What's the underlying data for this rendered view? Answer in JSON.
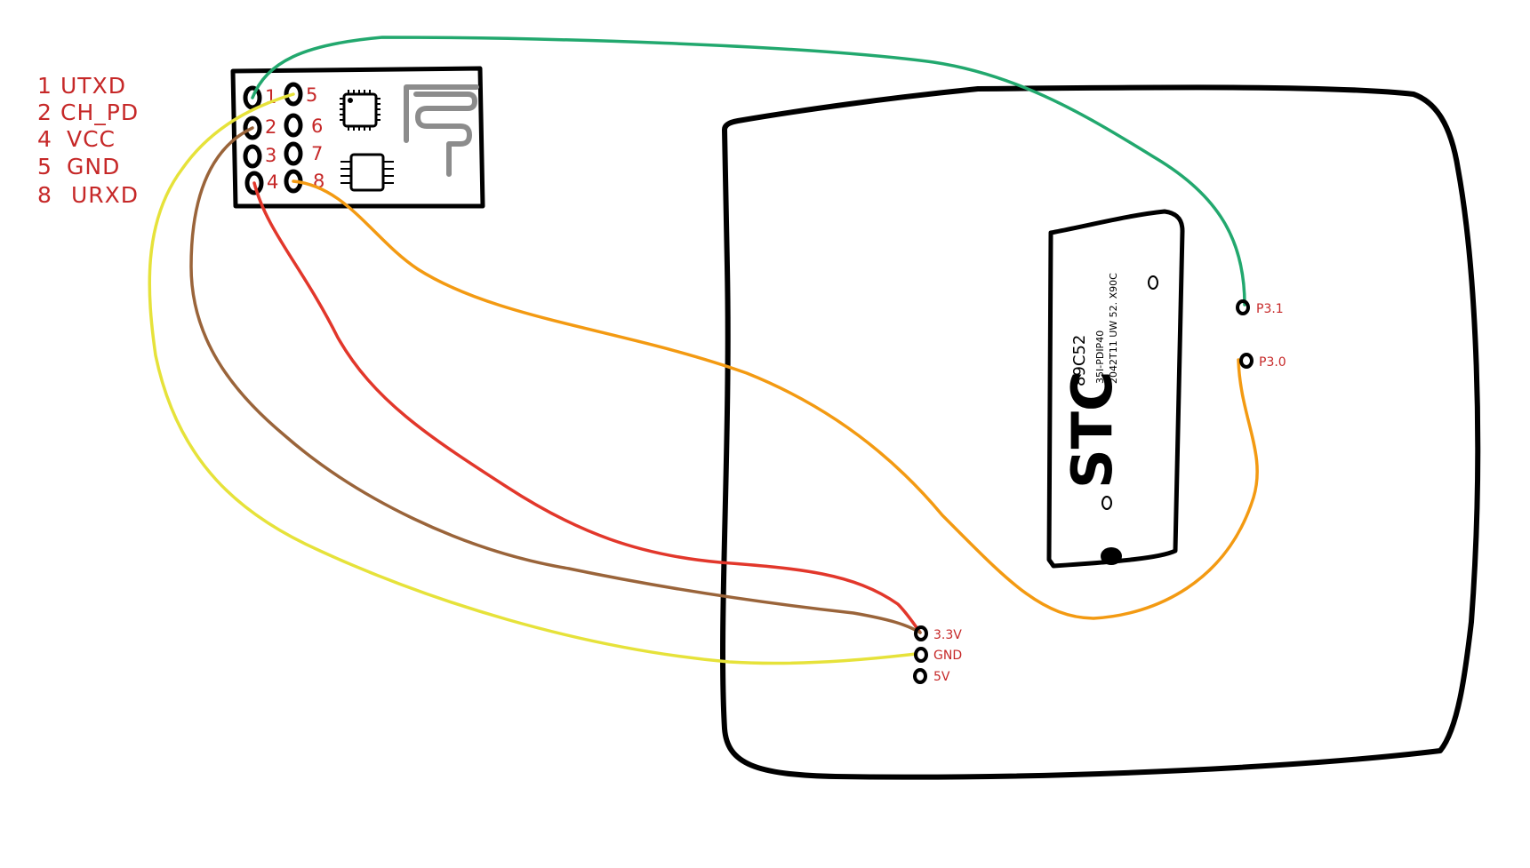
{
  "legend": [
    {
      "num": "1",
      "name": "UTXD"
    },
    {
      "num": "2",
      "name": "CH_PD"
    },
    {
      "num": "4",
      "name": "VCC"
    },
    {
      "num": "5",
      "name": "GND"
    },
    {
      "num": "8",
      "name": "URXD"
    }
  ],
  "module_pins": [
    "1",
    "2",
    "3",
    "4",
    "5",
    "6",
    "7",
    "8"
  ],
  "chip": {
    "brand": "STC",
    "model": "89C52",
    "package": "35I-PDIP40",
    "date_code": "2042T11 UW 52. X90C"
  },
  "mcu_pins": {
    "p31": "P3.1",
    "p30": "P3.0"
  },
  "power_pins": {
    "v33": "3.3V",
    "gnd": "GND",
    "v5": "5V"
  },
  "colors": {
    "outline": "#000000",
    "label_red": "#c62828",
    "wire_green": "#22a86e",
    "wire_orange": "#f39a12",
    "wire_red": "#e2372b",
    "wire_brown": "#9a643a",
    "wire_yellow": "#e6e23a",
    "antenna_gray": "#8c8c8c"
  }
}
